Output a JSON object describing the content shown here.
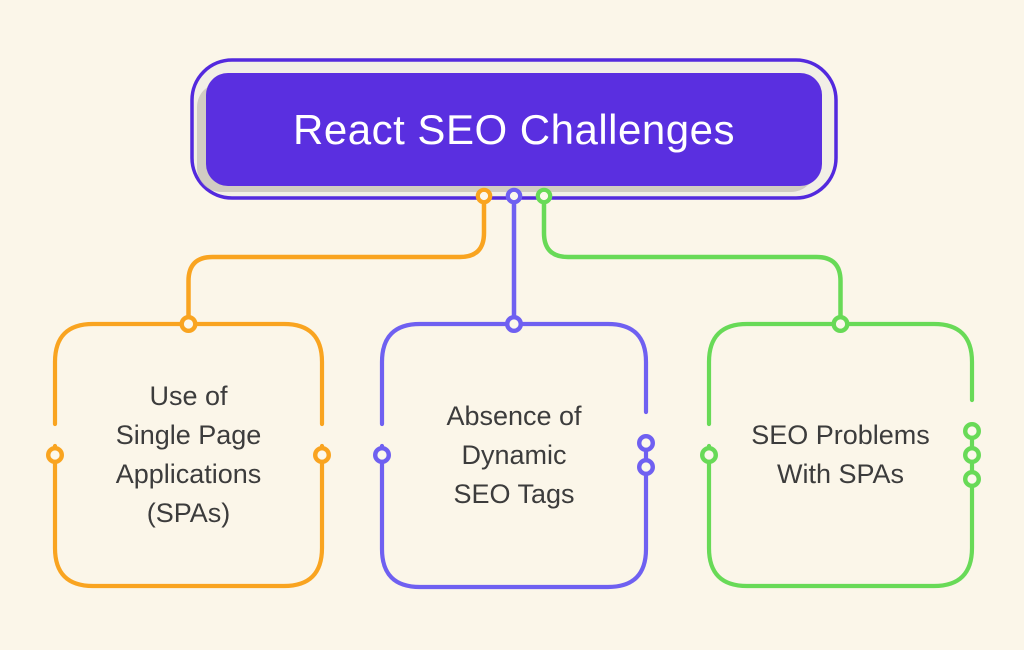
{
  "background_color": "#fbf6e9",
  "title": {
    "label": "React SEO Challenges",
    "fill_color": "#5a2fe0",
    "border_color": "#5329de",
    "text_color": "#ffffff",
    "shadow_color": "#c8c3ba"
  },
  "branches": [
    {
      "id": "spa-usage",
      "color": "#f9a420",
      "label_lines": [
        "Use of",
        "Single Page",
        "Applications",
        "(SPAs)"
      ],
      "top_nodes": 1,
      "left_nodes": 1,
      "right_nodes": 1
    },
    {
      "id": "dynamic-seo-tags",
      "color": "#6f60f1",
      "label_lines": [
        "Absence of",
        "Dynamic",
        "SEO Tags"
      ],
      "top_nodes": 1,
      "left_nodes": 1,
      "right_nodes": 2
    },
    {
      "id": "spa-seo-problems",
      "color": "#68da57",
      "label_lines": [
        "SEO Problems",
        "With SPAs"
      ],
      "top_nodes": 1,
      "left_nodes": 1,
      "right_nodes": 3
    }
  ],
  "text_color": "#3c3c3c"
}
